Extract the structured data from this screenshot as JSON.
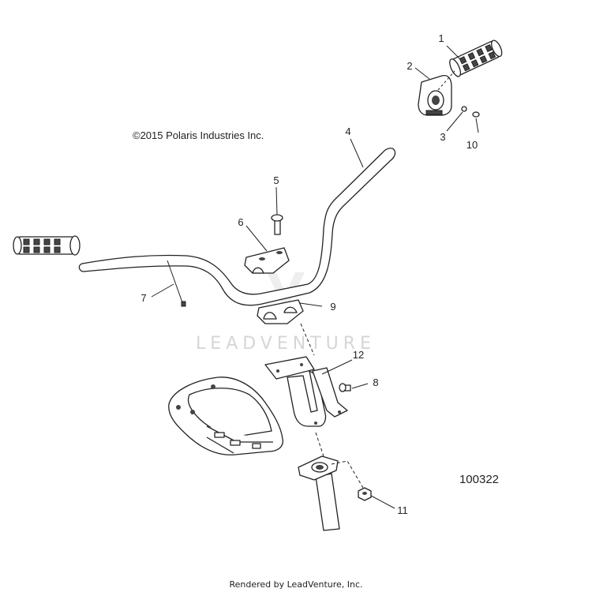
{
  "copyright": "©2015 Polaris Industries Inc.",
  "diagram_number": "100322",
  "watermark": "LEADVENTURE",
  "footer": "Rendered by LeadVenture, Inc.",
  "callouts": [
    "1",
    "2",
    "3",
    "4",
    "5",
    "6",
    "7",
    "8",
    "9",
    "10",
    "11",
    "12"
  ]
}
